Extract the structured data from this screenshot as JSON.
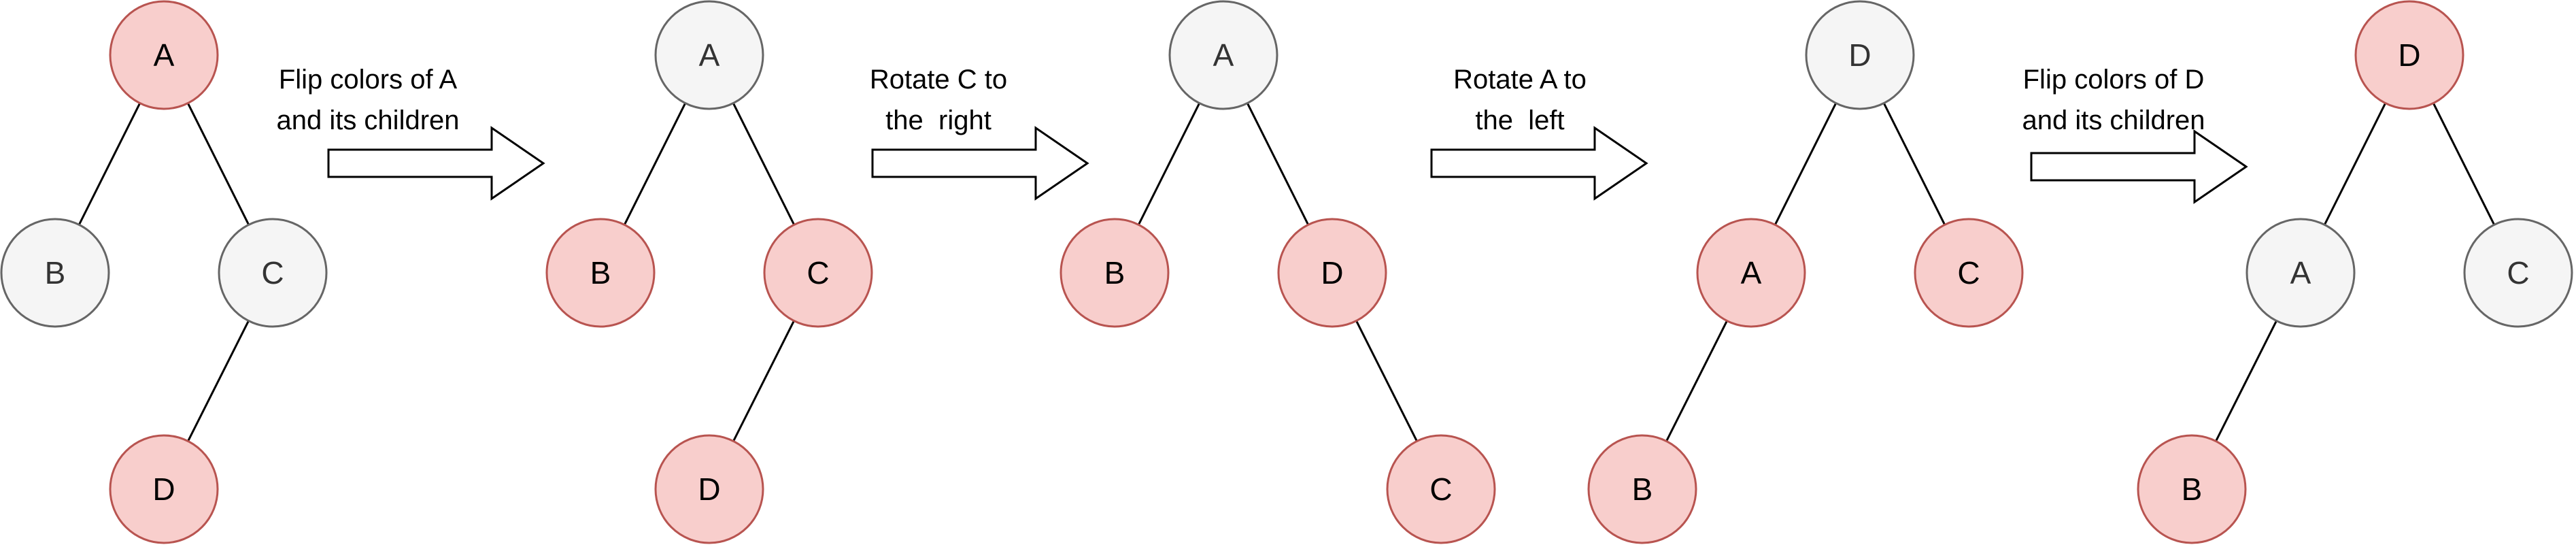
{
  "colors": {
    "red_fill": "#f8cecc",
    "red_stroke": "#b85450",
    "gray_fill": "#f5f5f5",
    "gray_stroke": "#666666",
    "edge": "#000000",
    "arrow_fill": "#ffffff",
    "arrow_stroke": "#000000"
  },
  "trees": [
    {
      "nodes": [
        {
          "id": "A",
          "label": "A",
          "color": "red"
        },
        {
          "id": "B",
          "label": "B",
          "color": "gray"
        },
        {
          "id": "C",
          "label": "C",
          "color": "gray"
        },
        {
          "id": "D",
          "label": "D",
          "color": "red"
        }
      ],
      "edges": [
        [
          "A",
          "B"
        ],
        [
          "A",
          "C"
        ],
        [
          "C",
          "D"
        ]
      ]
    },
    {
      "nodes": [
        {
          "id": "A",
          "label": "A",
          "color": "gray"
        },
        {
          "id": "B",
          "label": "B",
          "color": "red"
        },
        {
          "id": "C",
          "label": "C",
          "color": "red"
        },
        {
          "id": "D",
          "label": "D",
          "color": "red"
        }
      ],
      "edges": [
        [
          "A",
          "B"
        ],
        [
          "A",
          "C"
        ],
        [
          "C",
          "D"
        ]
      ]
    },
    {
      "nodes": [
        {
          "id": "A",
          "label": "A",
          "color": "gray"
        },
        {
          "id": "B",
          "label": "B",
          "color": "red"
        },
        {
          "id": "D",
          "label": "D",
          "color": "red"
        },
        {
          "id": "C",
          "label": "C",
          "color": "red"
        }
      ],
      "edges": [
        [
          "A",
          "B"
        ],
        [
          "A",
          "D"
        ],
        [
          "D",
          "C"
        ]
      ]
    },
    {
      "nodes": [
        {
          "id": "D",
          "label": "D",
          "color": "gray"
        },
        {
          "id": "A",
          "label": "A",
          "color": "red"
        },
        {
          "id": "C",
          "label": "C",
          "color": "red"
        },
        {
          "id": "B",
          "label": "B",
          "color": "red"
        }
      ],
      "edges": [
        [
          "D",
          "A"
        ],
        [
          "D",
          "C"
        ],
        [
          "A",
          "B"
        ]
      ]
    },
    {
      "nodes": [
        {
          "id": "D",
          "label": "D",
          "color": "red"
        },
        {
          "id": "A",
          "label": "A",
          "color": "gray"
        },
        {
          "id": "C",
          "label": "C",
          "color": "gray"
        },
        {
          "id": "B",
          "label": "B",
          "color": "red"
        }
      ],
      "edges": [
        [
          "D",
          "A"
        ],
        [
          "D",
          "C"
        ],
        [
          "A",
          "B"
        ]
      ]
    }
  ],
  "steps": [
    {
      "line1": "Flip colors of A",
      "line2": "and its children"
    },
    {
      "line1": "Rotate C to",
      "line2": "the  right"
    },
    {
      "line1": "Rotate A to",
      "line2": "the  left"
    },
    {
      "line1": "Flip colors of D",
      "line2": "and its children"
    }
  ]
}
